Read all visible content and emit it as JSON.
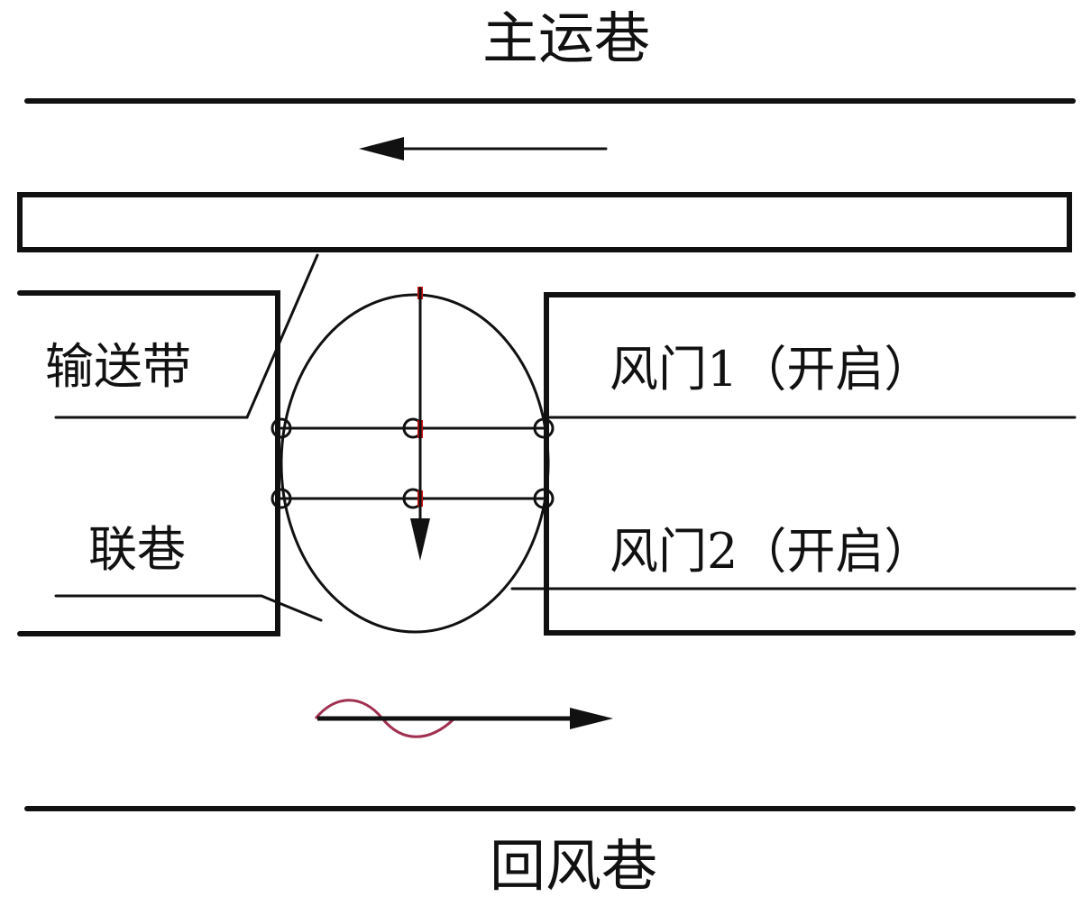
{
  "labels": {
    "main_transport_roadway": "主运巷",
    "return_air_roadway": "回风巷",
    "conveyor_belt": "输送带",
    "connecting_roadway": "联巷",
    "air_door_1": "风门1（开启）",
    "air_door_2": "风门2（开启）"
  },
  "colors": {
    "line": "#111111",
    "marker": "#cc1111",
    "wave_left": "#c03030",
    "wave_right": "#7a2a6a"
  },
  "airflow": {
    "main_roadway_direction": "left",
    "connecting_roadway_direction": "down",
    "return_roadway_direction": "right"
  }
}
